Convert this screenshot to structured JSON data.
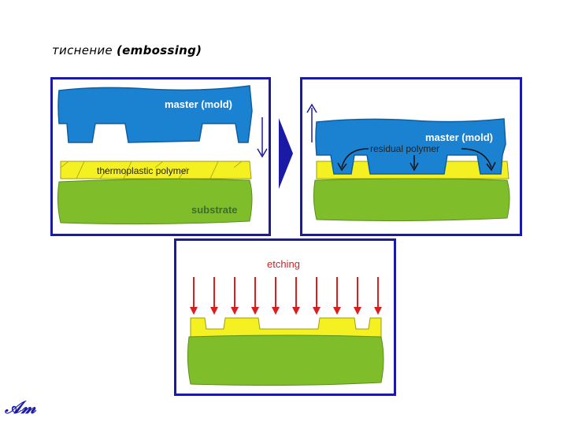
{
  "title": {
    "ru": "тиснение",
    "en": "(embossing)"
  },
  "panel1": {
    "mold_label": "master (mold)",
    "polymer_label": "thermoplastic polymer",
    "substrate_label": "substrate"
  },
  "panel2": {
    "mold_label": "master (mold)",
    "residual_label": "residual polymer"
  },
  "panel3": {
    "etching_label": "etching"
  },
  "logo": {
    "text": "𝒜𝓂"
  },
  "colors": {
    "mold": "#1b82d2",
    "polymer": "#f5f021",
    "substrate": "#7fbe2a",
    "frame": "#1a1aa6",
    "etch_arrow": "#d81e1e"
  }
}
